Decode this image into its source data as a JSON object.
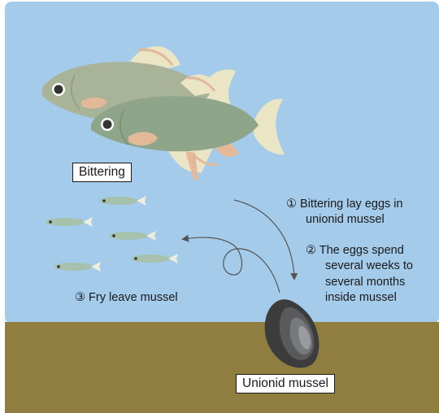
{
  "labels": {
    "fish": "Bittering",
    "mussel": "Unionid mussel",
    "step1_line1": "① Bittering lay eggs in",
    "step1_line2": "unionid mussel",
    "step2_line1": "② The eggs spend",
    "step2_line2": "several weeks to",
    "step2_line3": "several months",
    "step2_line4": "inside mussel",
    "step3": "③ Fry leave mussel"
  },
  "colors": {
    "water": "#a4cbea",
    "sediment": "#8f7e3f",
    "fish_back": "#a8b398",
    "fish_front": "#8fa58a",
    "fin": "#e9e5c5",
    "accent": "#e3b99a",
    "fry": "#a6c2ad",
    "mussel_dark": "#3c3c3d",
    "arrow": "#555555"
  }
}
